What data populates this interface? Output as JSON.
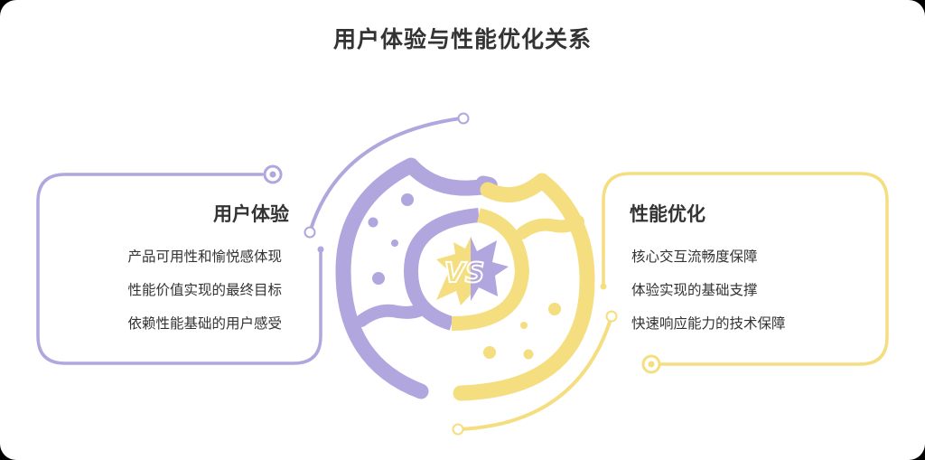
{
  "title": "用户体验与性能优化关系",
  "colors": {
    "purple": "#B1A6DD",
    "yellow": "#F5DE80",
    "text": "#333333"
  },
  "center_badge": {
    "label": "VS"
  },
  "left_panel": {
    "heading": "用户体验",
    "items": [
      "产品可用性和愉悦感体现",
      "性能价值实现的最终目标",
      "依赖性能基础的用户感受"
    ]
  },
  "right_panel": {
    "heading": "性能优化",
    "items": [
      "核心交互流畅度保障",
      "体验实现的基础支撑",
      "快速响应能力的技术保障"
    ]
  }
}
